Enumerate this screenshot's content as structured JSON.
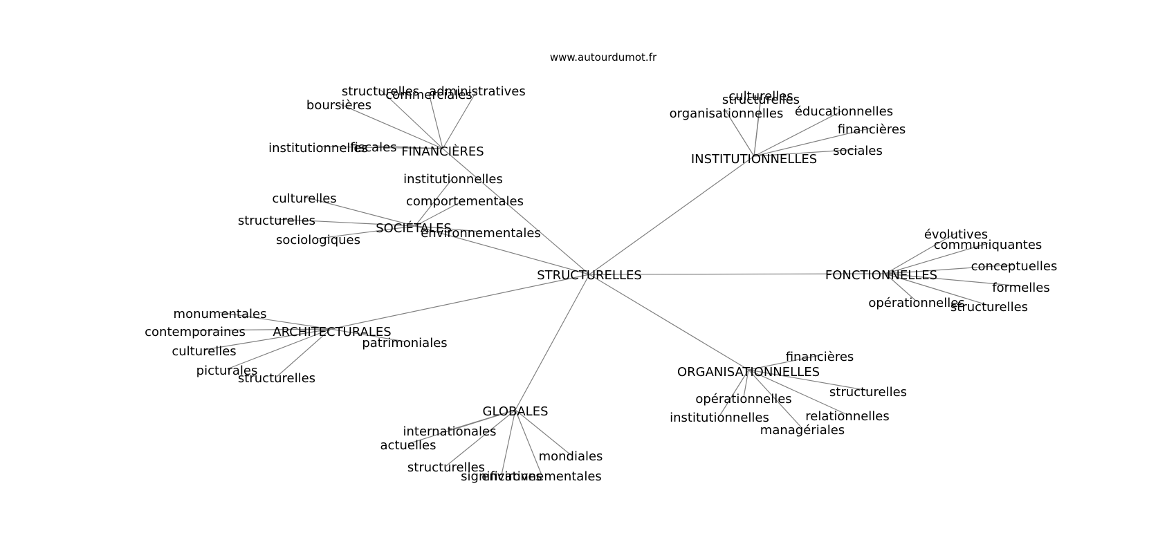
{
  "site": "www.autourdumot.fr",
  "colors": {
    "edge": "#808080",
    "text": "#000000",
    "background": "#ffffff"
  },
  "graph": {
    "root": "STRUCTURELLES",
    "groups": [
      {
        "label": "FINANCIÈRES",
        "leaves": [
          "commerciales",
          "structurelles",
          "administratives",
          "boursières",
          "fiscales",
          "institutionnelles"
        ]
      },
      {
        "label": "INSTITUTIONNELLES",
        "leaves": [
          "culturelles",
          "structurelles",
          "organisationnelles",
          "éducationnelles",
          "financières",
          "sociales"
        ]
      },
      {
        "label": "SOCIÉTALES",
        "leaves": [
          "institutionnelles",
          "comportementales",
          "culturelles",
          "structurelles",
          "sociologiques",
          "environnementales"
        ]
      },
      {
        "label": "FONCTIONNELLES",
        "leaves": [
          "évolutives",
          "communiquantes",
          "conceptuelles",
          "formelles",
          "opérationnelles",
          "structurelles"
        ]
      },
      {
        "label": "ARCHITECTURALES",
        "leaves": [
          "monumentales",
          "contemporaines",
          "patrimoniales",
          "culturelles",
          "picturales",
          "structurelles"
        ]
      },
      {
        "label": "ORGANISATIONNELLES",
        "leaves": [
          "financières",
          "opérationnelles",
          "structurelles",
          "institutionnelles",
          "relationnelles",
          "managériales"
        ]
      },
      {
        "label": "GLOBALES",
        "leaves": [
          "internationales",
          "actuelles",
          "mondiales",
          "structurelles",
          "significatives",
          "environnementales"
        ]
      }
    ]
  }
}
